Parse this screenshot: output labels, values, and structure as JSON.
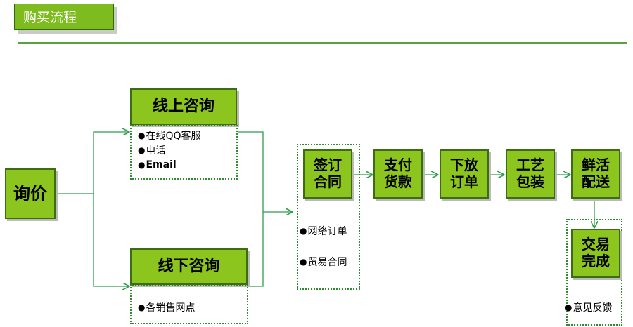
{
  "header": {
    "title": "购买流程"
  },
  "start": {
    "label": "询价"
  },
  "online": {
    "label": "线上咨询",
    "items": [
      "在线QQ客服",
      "电话",
      "Email"
    ]
  },
  "offline": {
    "label": "线下咨询",
    "items": [
      "各销售网点"
    ]
  },
  "steps": [
    {
      "label": "签订\n合同"
    },
    {
      "label": "支付\n货款"
    },
    {
      "label": "下放\n订单"
    },
    {
      "label": "工艺\n包装"
    },
    {
      "label": "鲜活\n配送"
    }
  ],
  "contract_notes": [
    "网络订单",
    "贸易合同"
  ],
  "complete": {
    "label": "交易\n完成"
  },
  "complete_notes": [
    "意见反馈"
  ],
  "colors": {
    "box_fill": "#8cc51d",
    "line": "#2e9e4e",
    "frame": "#2e8b2e"
  }
}
